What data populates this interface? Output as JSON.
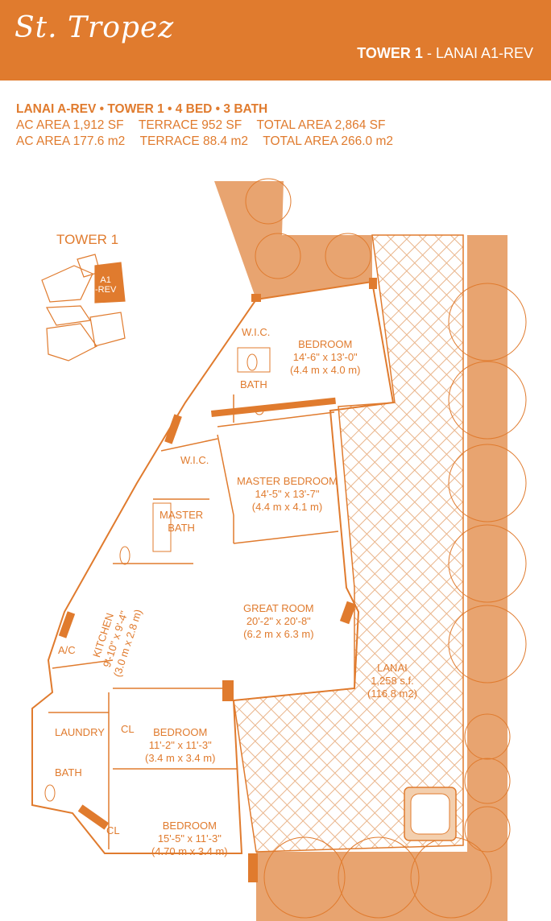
{
  "header": {
    "logo": "St. Tropez",
    "tower": "TOWER 1",
    "unit": "LANAI A1-REV"
  },
  "spec": {
    "line1": "LANAI A-REV • TOWER 1 • 4 BED • 3 BATH",
    "line2": {
      "ac": "AC AREA 1,912 SF",
      "terrace": "TERRACE 952 SF",
      "total": "TOTAL AREA 2,864 SF"
    },
    "line3": {
      "ac": "AC AREA 177.6 m2",
      "terrace": "TERRACE 88.4 m2",
      "total": "TOTAL AREA 266.0 m2"
    }
  },
  "key_plan": {
    "title": "TOWER 1",
    "unit_label": "A1",
    "unit_sub": "-REV"
  },
  "rooms": {
    "wic1": "W.I.C.",
    "bedroom1": {
      "name": "BEDROOM",
      "dim": "14'-6\" x 13'-0\"",
      "metric": "(4.4 m x 4.0 m)"
    },
    "bath1": "BATH",
    "wic2": "W.I.C.",
    "master": {
      "name": "MASTER BEDROOM",
      "dim": "14'-5\" x 13'-7\"",
      "metric": "(4.4 m x 4.1 m)"
    },
    "master_bath": {
      "line1": "MASTER",
      "line2": "BATH"
    },
    "kitchen": {
      "name": "KITCHEN",
      "dim": "9'-10\" x 9'-4\"",
      "metric": "(3.0 m x 2.8 m)"
    },
    "great": {
      "name": "GREAT ROOM",
      "dim": "20'-2\" x 20'-8\"",
      "metric": "(6.2 m x 6.3 m)"
    },
    "ac": "A/C",
    "lanai": {
      "name": "LANAI",
      "area": "1,258 s.f.",
      "metric": "(116.8 m2)"
    },
    "laundry": "LAUNDRY",
    "cl1": "CL",
    "bedroom2": {
      "name": "BEDROOM",
      "dim": "11'-2\" x 11'-3\"",
      "metric": "(3.4 m x 3.4 m)"
    },
    "bath2": "BATH",
    "cl2": "CL",
    "bedroom3": {
      "name": "BEDROOM",
      "dim": "15'-5\" x 11'-3\"",
      "metric": "(4.70 m x 3.4 m)"
    }
  },
  "colors": {
    "brand": "#e07b2e",
    "terrace": "#e8a470",
    "pool": "#f3cfae"
  }
}
